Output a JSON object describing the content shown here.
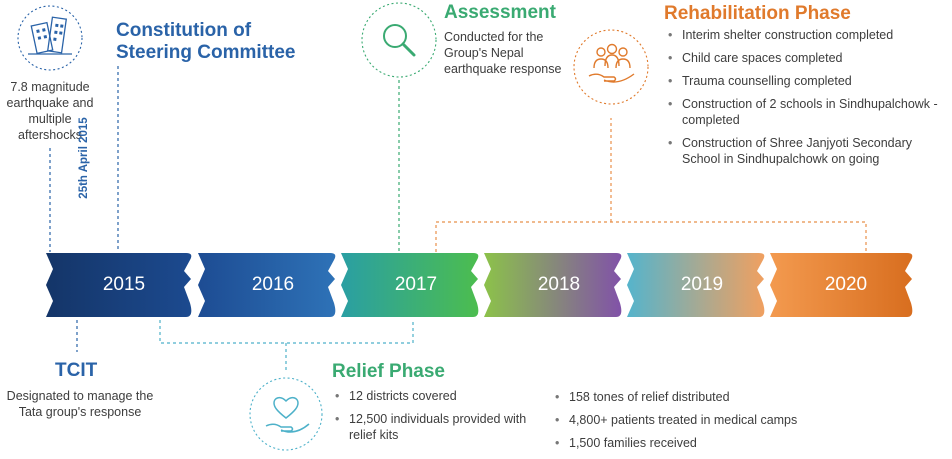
{
  "event": {
    "description": "7.8 magnitude earthquake and multiple aftershocks",
    "date": "25th April 2015"
  },
  "steering": {
    "title": "Constitution of Steering Committee"
  },
  "assessment": {
    "title": "Assessment",
    "description": "Conducted for the Group's Nepal earthquake response"
  },
  "rehabilitation": {
    "title": "Rehabilitation Phase",
    "items": [
      "Interim shelter construction completed",
      "Child care spaces completed",
      "Trauma counselling completed",
      "Construction of 2 schools in Sindhupalchowk - completed",
      "Construction of Shree Janjyoti Secondary School in Sindhupalchowk on going"
    ]
  },
  "timeline": {
    "years": [
      "2015",
      "2016",
      "2017",
      "2018",
      "2019",
      "2020"
    ]
  },
  "tcit": {
    "title": "TCIT",
    "description": "Designated to manage the Tata group's response"
  },
  "relief": {
    "title": "Relief Phase",
    "items_left": [
      "12 districts covered",
      "12,500 individuals provided with relief kits"
    ],
    "items_right": [
      "158 tones of relief distributed",
      "4,800+ patients treated in medical camps",
      "1,500 families received"
    ]
  },
  "icons": [
    "building-icon",
    "magnifier-icon",
    "people-hand-icon",
    "heart-hand-icon"
  ],
  "colors": {
    "navy": "#1a3d7c",
    "blue": "#2a63a8",
    "green": "#3aaa72",
    "purple": "#7d5ba6",
    "teal": "#4db1c9",
    "orange": "#e07a2c"
  }
}
